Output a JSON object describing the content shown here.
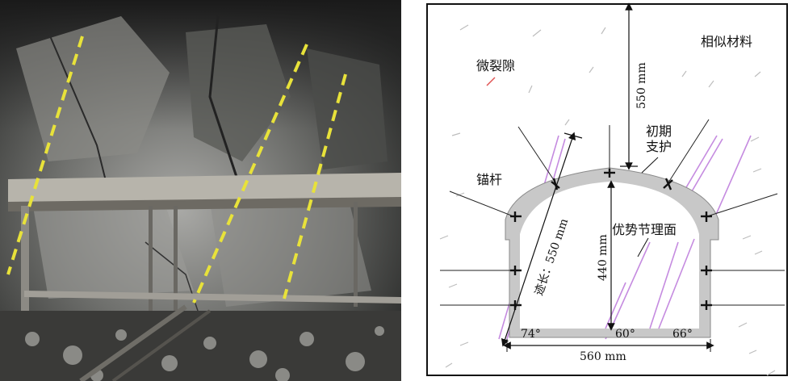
{
  "labels": {
    "similar_material": "相似材料",
    "micro_fracture": "微裂隙",
    "initial_support_line1": "初期",
    "initial_support_line2": "支护",
    "anchor": "锚杆",
    "dominant_joint_plane": "优势节理面",
    "trace_length": "迹长：550 mm",
    "height_above": "550 mm",
    "height_tunnel": "440 mm",
    "width_tunnel": "560 mm",
    "angle_left": "74°",
    "angle_mid": "60°",
    "angle_right": "66°"
  },
  "colors": {
    "joint_yellow": "#e8e23a",
    "joint_purple": "#c58be0",
    "lining_gray": "#c8c8c8",
    "micro_red": "#e05050"
  }
}
